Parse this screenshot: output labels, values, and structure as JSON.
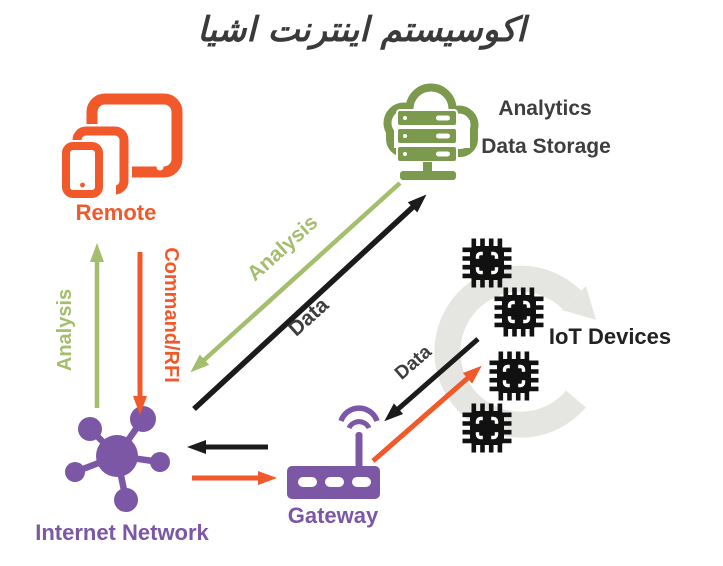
{
  "title": "اکوسیستم اینترنت اشیا",
  "nodes": {
    "remote": {
      "label": "Remote"
    },
    "storage": {
      "line1": "Analytics",
      "line2": "Data Storage"
    },
    "iot": {
      "label": "IoT Devices"
    },
    "network": {
      "label": "Internet Network"
    },
    "gateway": {
      "label": "Gateway"
    }
  },
  "flows": {
    "analysis_up": "Analysis",
    "command": "Command/RFI",
    "analysis_diag": "Analysis",
    "data_diag": "Data",
    "data_gateway": "Data"
  },
  "colors": {
    "orange": "#F1592B",
    "purple": "#7B57A6",
    "icon_green": "#7C9A4D",
    "arrow_green": "#A3BE6C",
    "dark_text": "#3E3E3E",
    "black": "#1B1B1B",
    "cycle_gray": "#E5E5E1"
  }
}
